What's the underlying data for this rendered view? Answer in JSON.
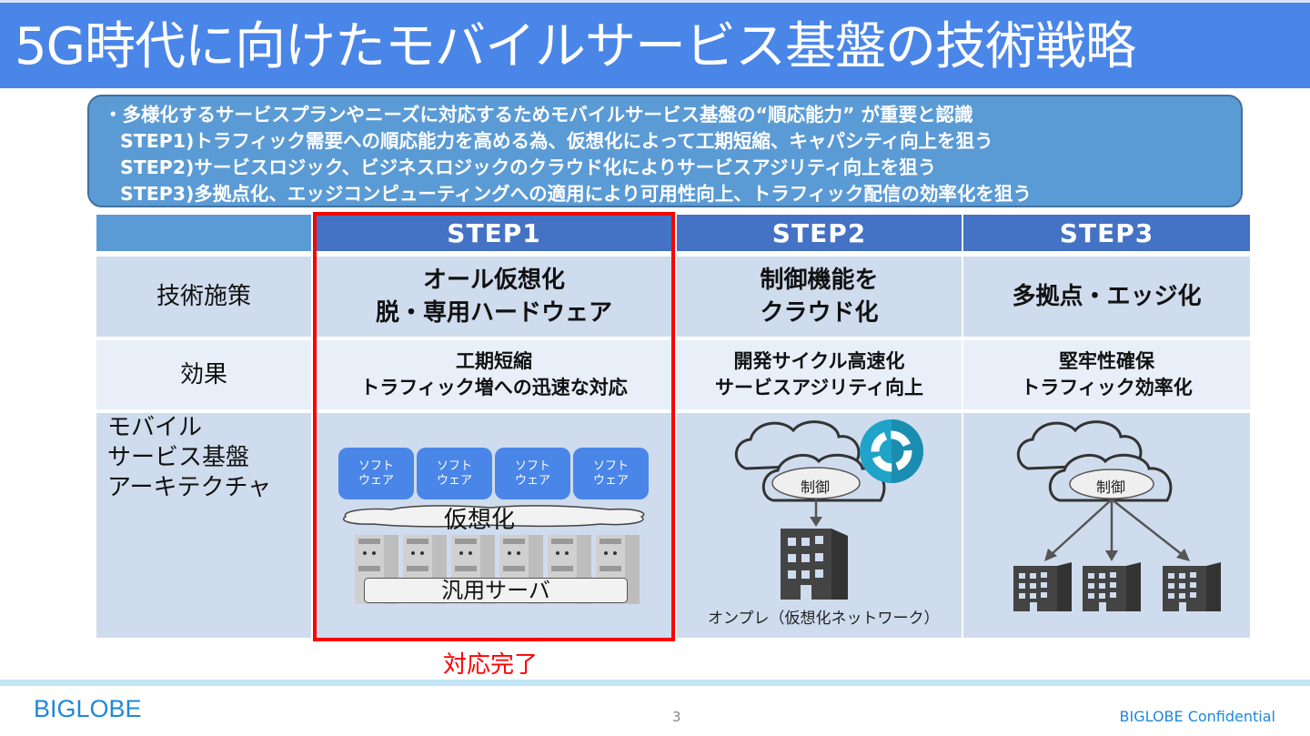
{
  "slide": {
    "title": "5G時代に向けたモバイルサービス基盤の技術戦略",
    "page_number": "3",
    "footer_brand": "BIGLOBE",
    "footer_confidential": "BIGLOBE Confidential"
  },
  "summary": {
    "lines": [
      "・多様化するサービスプランやニーズに対応するためモバイルサービス基盤の“順応能力” が重要と認識",
      "STEP1)トラフィック需要への順応能力を高める為、仮想化によって工期短縮、キャパシティ向上を狙う",
      "STEP2)サービスロジック、ビジネスロジックのクラウド化によりサービスアジリティ向上を狙う",
      "STEP3)多拠点化、エッジコンピューティングへの適用により可用性向上、トラフィック配信の効率化を狙う"
    ]
  },
  "table": {
    "columns": [
      "STEP1",
      "STEP2",
      "STEP3"
    ],
    "rows": [
      {
        "label": "技術施策",
        "cells": [
          [
            "オール仮想化",
            "脱・専用ハードウェア"
          ],
          [
            "制御機能を",
            "クラウド化"
          ],
          [
            "多拠点・エッジ化"
          ]
        ]
      },
      {
        "label": "効果",
        "cells": [
          [
            "工期短縮",
            "トラフィック増への迅速な対応"
          ],
          [
            "開発サイクル高速化",
            "サービスアジリティ向上"
          ],
          [
            "堅牢性確保",
            "トラフィック効率化"
          ]
        ]
      },
      {
        "label_lines": [
          "モバイル",
          "サービス基盤",
          "アーキテクチャ"
        ]
      }
    ]
  },
  "diagram_step1": {
    "software_boxes": [
      [
        "ソフト",
        "ウェア"
      ],
      [
        "ソフト",
        "ウェア"
      ],
      [
        "ソフト",
        "ウェア"
      ],
      [
        "ソフト",
        "ウェア"
      ]
    ],
    "virtualization_label": "仮想化",
    "server_label": "汎用サーバ"
  },
  "diagram_step2": {
    "control_label": "制御",
    "onpremise_label": "オンプレ（仮想化ネットワーク）"
  },
  "diagram_step3": {
    "control_label": "制御"
  },
  "status": {
    "step1_done_label": "対応完了"
  },
  "colors": {
    "title_bar": "#4A86E8",
    "summary_box": "#5B9BD5",
    "header": "#4472C4",
    "row_dark": "#CFDCEE",
    "row_light": "#E8EFF8",
    "highlight": "#FF0000",
    "brand": "#1E88D9",
    "sync_icon": "#1FA3C9"
  }
}
